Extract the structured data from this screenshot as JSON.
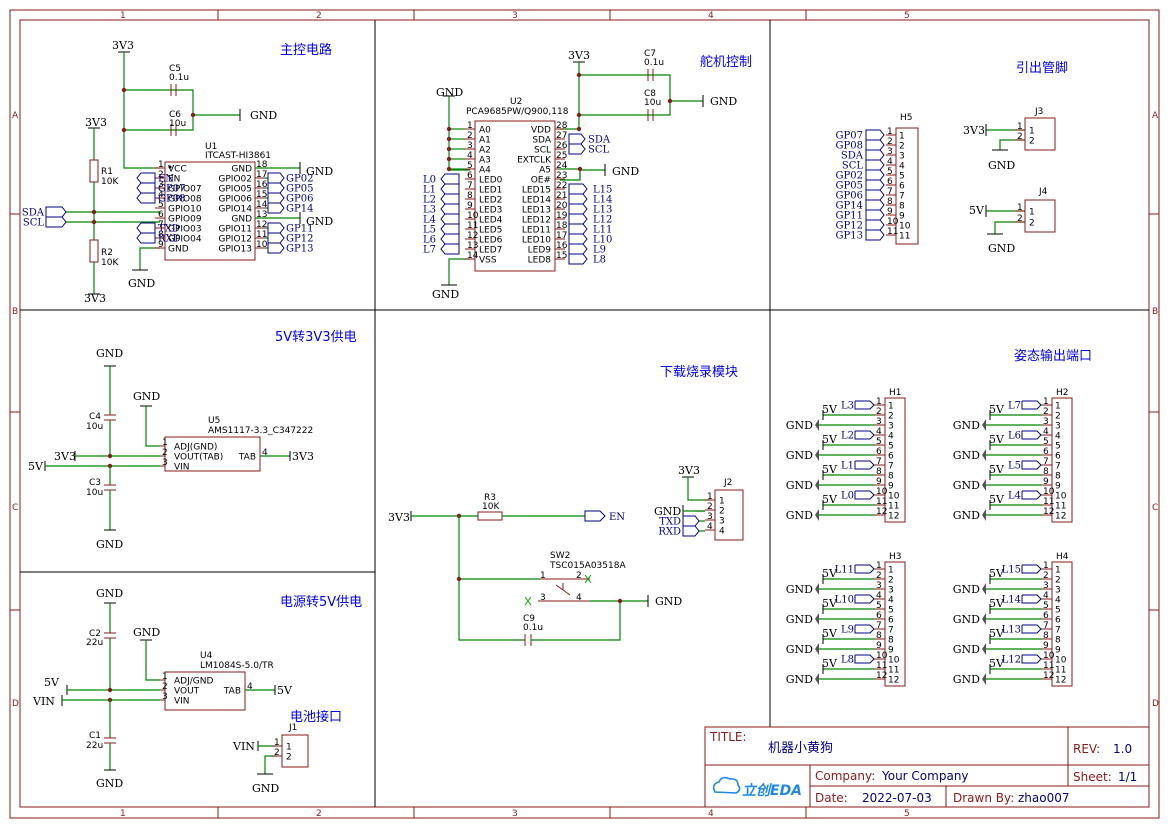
{
  "frame": {
    "columns": [
      "1",
      "2",
      "3",
      "4",
      "5"
    ],
    "rows": [
      "A",
      "B",
      "C",
      "D"
    ]
  },
  "sections": {
    "main": "主控电路",
    "servo": "舵机控制",
    "pins": "引出管脚",
    "p5v3v3": "5V转3V3供电",
    "download": "下载烧录模块",
    "posture": "姿态输出端口",
    "pwr5v": "电源转5V供电",
    "battery": "电池接口"
  },
  "power": {
    "v33": "3V3",
    "gnd": "GND",
    "v5": "5V",
    "vin": "VIN"
  },
  "u1": {
    "ref": "U1",
    "value": "ITCAST-HI3861",
    "left_pins": [
      {
        "num": "1",
        "name": "VCC"
      },
      {
        "num": "2",
        "name": "EN"
      },
      {
        "num": "3",
        "name": "GPIO07"
      },
      {
        "num": "4",
        "name": "GPIO08"
      },
      {
        "num": "5",
        "name": "GPIO10"
      },
      {
        "num": "6",
        "name": "GPIO09"
      },
      {
        "num": "7",
        "name": "GPIO03"
      },
      {
        "num": "8",
        "name": "GPIO04"
      },
      {
        "num": "9",
        "name": "GND"
      }
    ],
    "right_pins": [
      {
        "num": "18",
        "name": "GND"
      },
      {
        "num": "17",
        "name": "GPIO02"
      },
      {
        "num": "16",
        "name": "GPIO05"
      },
      {
        "num": "15",
        "name": "GPIO06"
      },
      {
        "num": "14",
        "name": "GPIO14"
      },
      {
        "num": "13",
        "name": "GND"
      },
      {
        "num": "12",
        "name": "GPIO11"
      },
      {
        "num": "11",
        "name": "GPIO12"
      },
      {
        "num": "10",
        "name": "GPIO13"
      }
    ],
    "left_nets": [
      "EN",
      "GP07",
      "GP08",
      "TXD",
      "RXD"
    ],
    "right_nets": [
      "GP02",
      "GP05",
      "GP06",
      "GP14",
      "GP11",
      "GP12",
      "GP13"
    ],
    "bus_nets": [
      "SDA",
      "SCL"
    ]
  },
  "passives": {
    "c5": {
      "ref": "C5",
      "val": "0.1u"
    },
    "c6": {
      "ref": "C6",
      "val": "10u"
    },
    "r1": {
      "ref": "R1",
      "val": "10K"
    },
    "r2": {
      "ref": "R2",
      "val": "10K"
    },
    "c7": {
      "ref": "C7",
      "val": "0.1u"
    },
    "c8": {
      "ref": "C8",
      "val": "10u"
    },
    "c4": {
      "ref": "C4",
      "val": "10u"
    },
    "c3": {
      "ref": "C3",
      "val": "10u"
    },
    "c2": {
      "ref": "C2",
      "val": "22u"
    },
    "c1": {
      "ref": "C1",
      "val": "22u"
    },
    "r3": {
      "ref": "R3",
      "val": "10K"
    },
    "c9": {
      "ref": "C9",
      "val": "0.1u"
    }
  },
  "u2": {
    "ref": "U2",
    "value": "PCA9685PW/Q900,118",
    "left_pins": [
      {
        "num": "1",
        "name": "A0"
      },
      {
        "num": "2",
        "name": "A1"
      },
      {
        "num": "3",
        "name": "A2"
      },
      {
        "num": "4",
        "name": "A3"
      },
      {
        "num": "5",
        "name": "A4"
      },
      {
        "num": "6",
        "name": "LED0"
      },
      {
        "num": "7",
        "name": "LED1"
      },
      {
        "num": "8",
        "name": "LED2"
      },
      {
        "num": "9",
        "name": "LED3"
      },
      {
        "num": "10",
        "name": "LED4"
      },
      {
        "num": "11",
        "name": "LED5"
      },
      {
        "num": "12",
        "name": "LED6"
      },
      {
        "num": "13",
        "name": "LED7"
      },
      {
        "num": "14",
        "name": "VSS"
      }
    ],
    "right_pins": [
      {
        "num": "28",
        "name": "VDD"
      },
      {
        "num": "27",
        "name": "SDA"
      },
      {
        "num": "26",
        "name": "SCL"
      },
      {
        "num": "25",
        "name": "EXTCLK"
      },
      {
        "num": "24",
        "name": "A5"
      },
      {
        "num": "23",
        "name": "OE#"
      },
      {
        "num": "22",
        "name": "LED15"
      },
      {
        "num": "21",
        "name": "LED14"
      },
      {
        "num": "20",
        "name": "LED13"
      },
      {
        "num": "19",
        "name": "LED12"
      },
      {
        "num": "18",
        "name": "LED11"
      },
      {
        "num": "17",
        "name": "LED10"
      },
      {
        "num": "16",
        "name": "LED9"
      },
      {
        "num": "15",
        "name": "LED8"
      }
    ],
    "left_nets": [
      "L0",
      "L1",
      "L2",
      "L3",
      "L4",
      "L5",
      "L6",
      "L7"
    ],
    "right_nets": [
      "L15",
      "L14",
      "L13",
      "L12",
      "L11",
      "L10",
      "L9",
      "L8"
    ],
    "bus_nets": [
      "SDA",
      "SCL"
    ]
  },
  "h5": {
    "ref": "H5",
    "nets": [
      "GP07",
      "GP08",
      "SDA",
      "SCL",
      "GP02",
      "GP05",
      "GP06",
      "GP14",
      "GP11",
      "GP12",
      "GP13"
    ],
    "pins": [
      "1",
      "2",
      "3",
      "4",
      "5",
      "6",
      "7",
      "8",
      "9",
      "10",
      "11"
    ]
  },
  "j3": {
    "ref": "J3",
    "net": "3V3",
    "pins": [
      "1",
      "2"
    ]
  },
  "j4": {
    "ref": "J4",
    "net": "5V",
    "pins": [
      "1",
      "2"
    ]
  },
  "u5": {
    "ref": "U5",
    "value": "AMS1117-3.3_C347222",
    "pins": [
      {
        "num": "1",
        "name": "ADJ(GND)"
      },
      {
        "num": "2",
        "name": "VOUT(TAB)"
      },
      {
        "num": "3",
        "name": "VIN"
      },
      {
        "num": "4",
        "name": "TAB"
      }
    ]
  },
  "u4": {
    "ref": "U4",
    "value": "LM1084S-5.0/TR",
    "pins": [
      {
        "num": "1",
        "name": "ADJ/GND"
      },
      {
        "num": "2",
        "name": "VOUT"
      },
      {
        "num": "3",
        "name": "VIN"
      },
      {
        "num": "4",
        "name": "TAB"
      }
    ]
  },
  "j1": {
    "ref": "J1",
    "pins": [
      "1",
      "2"
    ]
  },
  "j2": {
    "ref": "J2",
    "nets": [
      "GND",
      "TXD",
      "RXD"
    ],
    "pins": [
      "1",
      "2",
      "3",
      "4"
    ]
  },
  "sw2": {
    "ref": "SW2",
    "value": "TSC015A03518A",
    "pins": [
      "1",
      "2",
      "3",
      "4"
    ]
  },
  "headers": [
    {
      "ref": "H1",
      "labels": [
        "L3",
        "L2",
        "L1",
        "L0"
      ]
    },
    {
      "ref": "H2",
      "labels": [
        "L7",
        "L6",
        "L5",
        "L4"
      ]
    },
    {
      "ref": "H3",
      "labels": [
        "L11",
        "L10",
        "L9",
        "L8"
      ]
    },
    {
      "ref": "H4",
      "labels": [
        "L15",
        "L14",
        "L13",
        "L12"
      ]
    }
  ],
  "header_pins": [
    "1",
    "2",
    "3",
    "4",
    "5",
    "6",
    "7",
    "8",
    "9",
    "10",
    "11",
    "12"
  ],
  "titleblock": {
    "title_label": "TITLE:",
    "title": "机器小黄狗",
    "rev_label": "REV:",
    "rev": "1.0",
    "company_label": "Company:",
    "company": "Your Company",
    "sheet_label": "Sheet:",
    "sheet": "1/1",
    "date_label": "Date:",
    "date": "2022-07-03",
    "drawn_label": "Drawn By:",
    "drawn": "zhao007",
    "logo": "立创EDA"
  },
  "colors": {
    "border": "#8b1a1a",
    "wire": "#008800",
    "text": "#00008b",
    "section": "#0000ee"
  }
}
